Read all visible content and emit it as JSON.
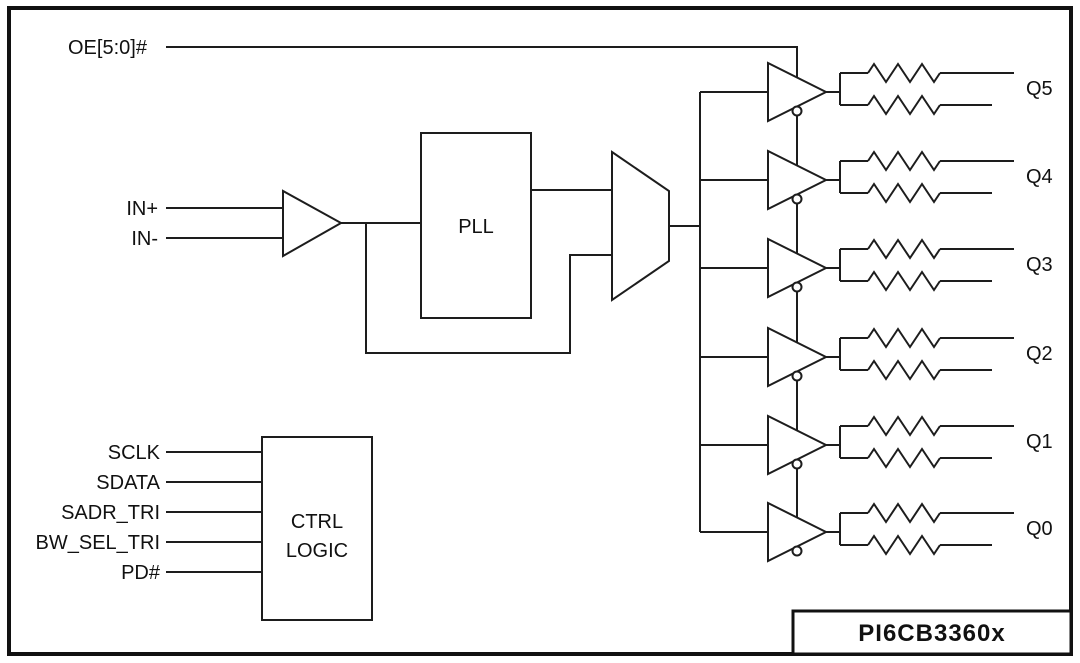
{
  "diagram": {
    "oe_label": "OE[5:0]#",
    "clock_inputs": [
      "IN+",
      "IN-"
    ],
    "pll_label": "PLL",
    "ctrl_block": [
      "CTRL",
      "LOGIC"
    ],
    "ctrl_inputs": [
      "SCLK",
      "SDATA",
      "SADR_TRI",
      "BW_SEL_TRI",
      "PD#"
    ],
    "outputs": [
      "Q5",
      "Q4",
      "Q3",
      "Q2",
      "Q1",
      "Q0"
    ],
    "part_number": "PI6CB3360x"
  },
  "colors": {
    "line": "#1d1d1d",
    "background": "#ffffff"
  }
}
